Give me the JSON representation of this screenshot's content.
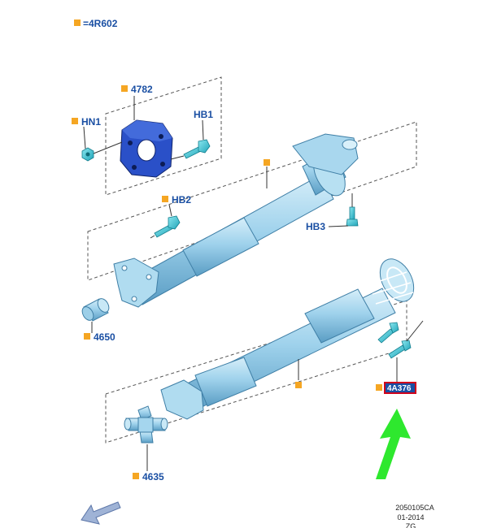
{
  "header_label": "=4R602",
  "labels": {
    "p4782": "4782",
    "hn1": "HN1",
    "hb1": "HB1",
    "hb2": "HB2",
    "hb3": "HB3",
    "p4650": "4650",
    "p4A376": "4A376",
    "p4635": "4635"
  },
  "footer": {
    "code": "2050105CA",
    "date": "01-2014",
    "suffix": "ZG"
  },
  "colors": {
    "label_text": "#1a4fa3",
    "marker": "#f5a623",
    "coupling": "#2a50c8",
    "shaft": "#8cc7e6",
    "bolt": "#3ec0cf",
    "highlight_border": "#d0021b",
    "pointer_arrow": "#2ee82e",
    "nav_arrow": "#9fb3d6"
  }
}
